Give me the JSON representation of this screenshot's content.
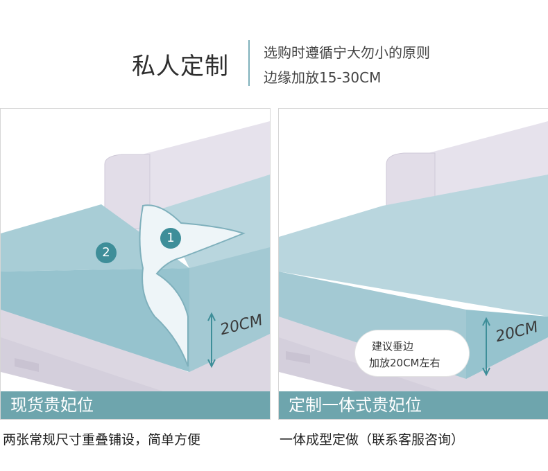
{
  "header": {
    "title": "私人定制",
    "line1": "选购时遵循宁大勿小的原则",
    "line2": "边缘加放15-30CM"
  },
  "left_panel": {
    "banner": "现货贵妃位",
    "caption": "两张常规尺寸重叠铺设，简单方便",
    "badge1": "1",
    "badge2": "2",
    "measure": "20CM"
  },
  "right_panel": {
    "banner": "定制一体式贵妃位",
    "caption": "一体成型定做（联系客服咨询）",
    "callout_line1": "建议垂边",
    "callout_line2": "加放20CM左右",
    "measure": "20CM"
  },
  "colors": {
    "accent": "#6ea5ad",
    "badge": "#3e8e99",
    "cushion_top": "#a8cdd6",
    "cushion_side": "#8dbcc8",
    "sofa_base": "#dcd7e2",
    "sofa_back": "#e6e2ec"
  }
}
